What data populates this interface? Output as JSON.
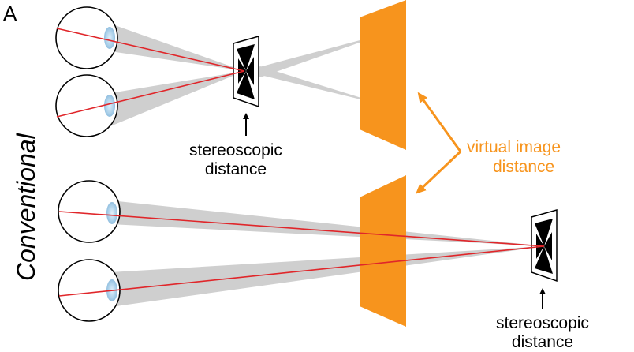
{
  "panel_label": "A",
  "side_label": "Conventional",
  "top_stereo_label": {
    "line1": "stereoscopic",
    "line2": "distance"
  },
  "bottom_stereo_label": {
    "line1": "stereoscopic",
    "line2": "distance"
  },
  "virtual_label": {
    "line1": "virtual image",
    "line2": "distance"
  },
  "colors": {
    "orange": "#f7941d",
    "beam": "#cfcfcf",
    "ray": "#e0262a",
    "lens": "#a9cfe9",
    "outline": "#000000"
  }
}
